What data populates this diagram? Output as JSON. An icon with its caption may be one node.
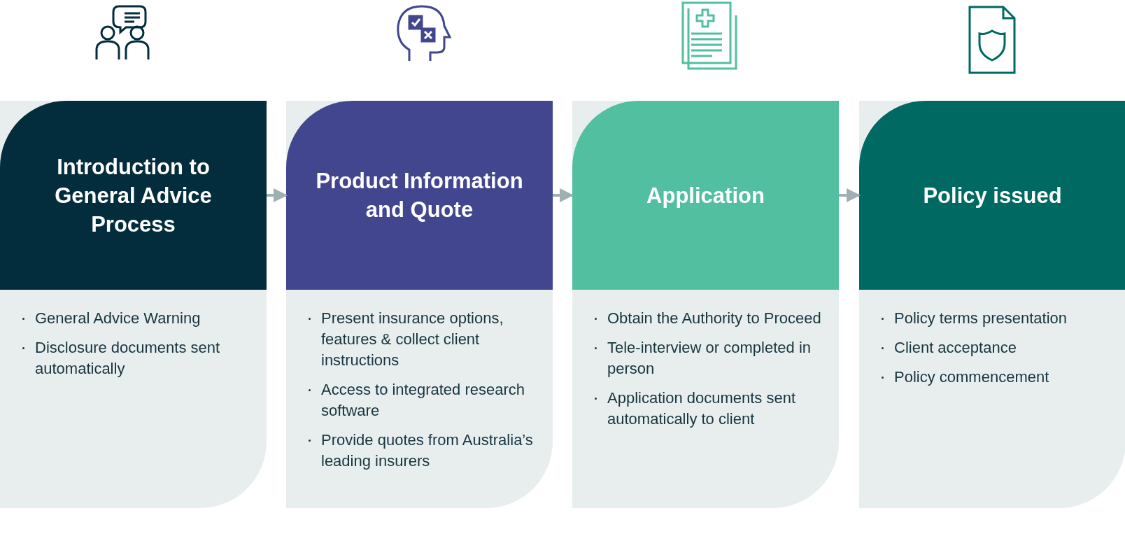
{
  "diagram": {
    "nodes": [
      {
        "text": [
          "Introduction to General Advice Process",
          "General Advice Warning",
          "Disclosure documents sent automatically"
        ]
      },
      {
        "text": [
          "Product Information and Quote",
          "Present insurance options, features & collect client instructions",
          "Access to integrated research software",
          "Provide quotes from Australia’s leading insurers"
        ]
      },
      {
        "text": [
          "Application",
          "Obtain the Authority to Proceed",
          "Tele-interview or completed in person",
          "Application documents sent automatically to client"
        ]
      },
      {
        "text": [
          "Policy issued",
          "Policy terms presentation",
          "Client acceptance",
          "Policy commencement"
        ]
      }
    ],
    "edges": [
      {
        "from": 0,
        "to": 1,
        "arrow": "to"
      },
      {
        "from": 1,
        "to": 2,
        "arrow": "to"
      },
      {
        "from": 2,
        "to": 3,
        "arrow": "to"
      }
    ]
  }
}
